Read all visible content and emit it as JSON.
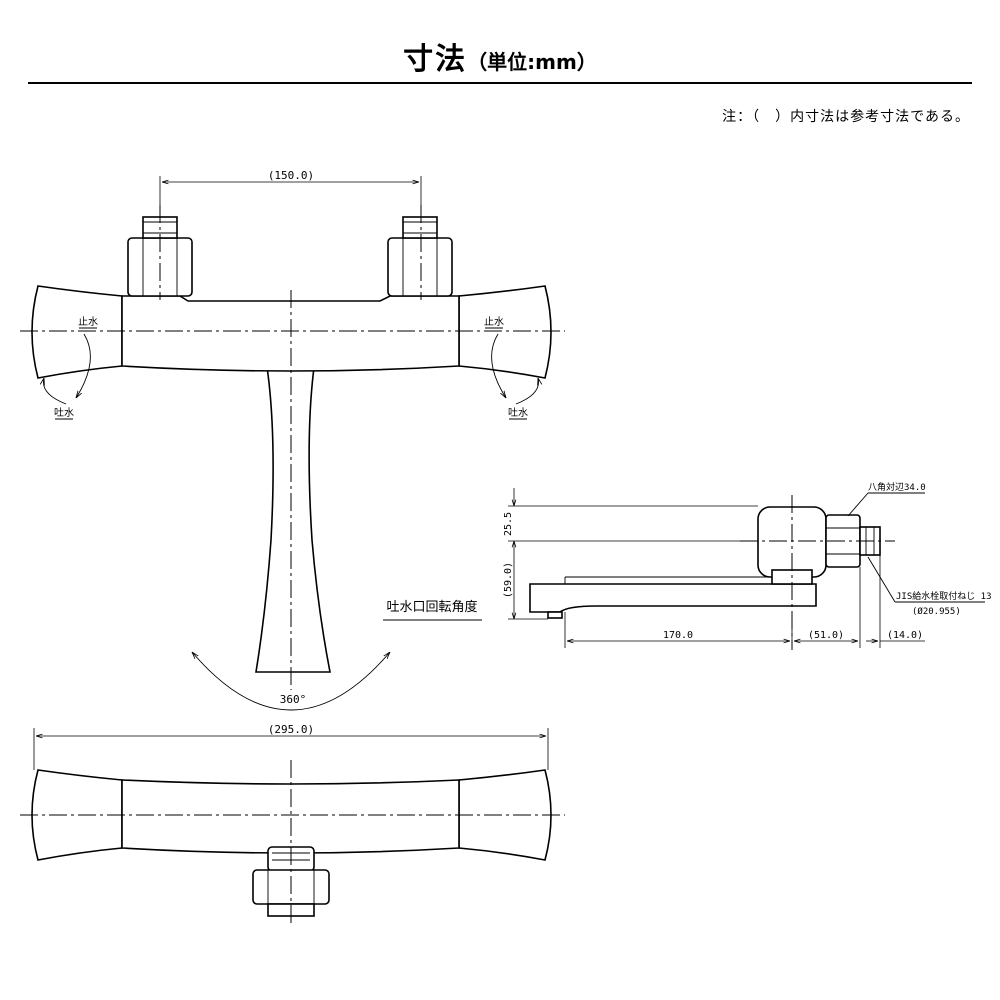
{
  "header": {
    "title": "寸法",
    "unit": "（単位:mm）",
    "note": "注：（　）内寸法は参考寸法である。"
  },
  "front_view": {
    "dim_inlet_pitch": "(150.0)",
    "left_upper_label": "止水",
    "left_lower_label": "吐水",
    "right_upper_label": "止水",
    "right_lower_label": "吐水",
    "spout_rotation_label": "吐水口回転角度",
    "rotation_angle": "360°"
  },
  "side_view": {
    "hex_label": "八角対辺34.0",
    "dim_25_5": "25.5",
    "dim_59_0": "(59.0)",
    "thread_label": "JIS給水栓取付ねじ 13",
    "thread_dia": "(Ø20.955)",
    "dim_170": "170.0",
    "dim_51": "(51.0)",
    "dim_14": "(14.0)"
  },
  "bottom_view": {
    "dim_width": "(295.0)"
  }
}
